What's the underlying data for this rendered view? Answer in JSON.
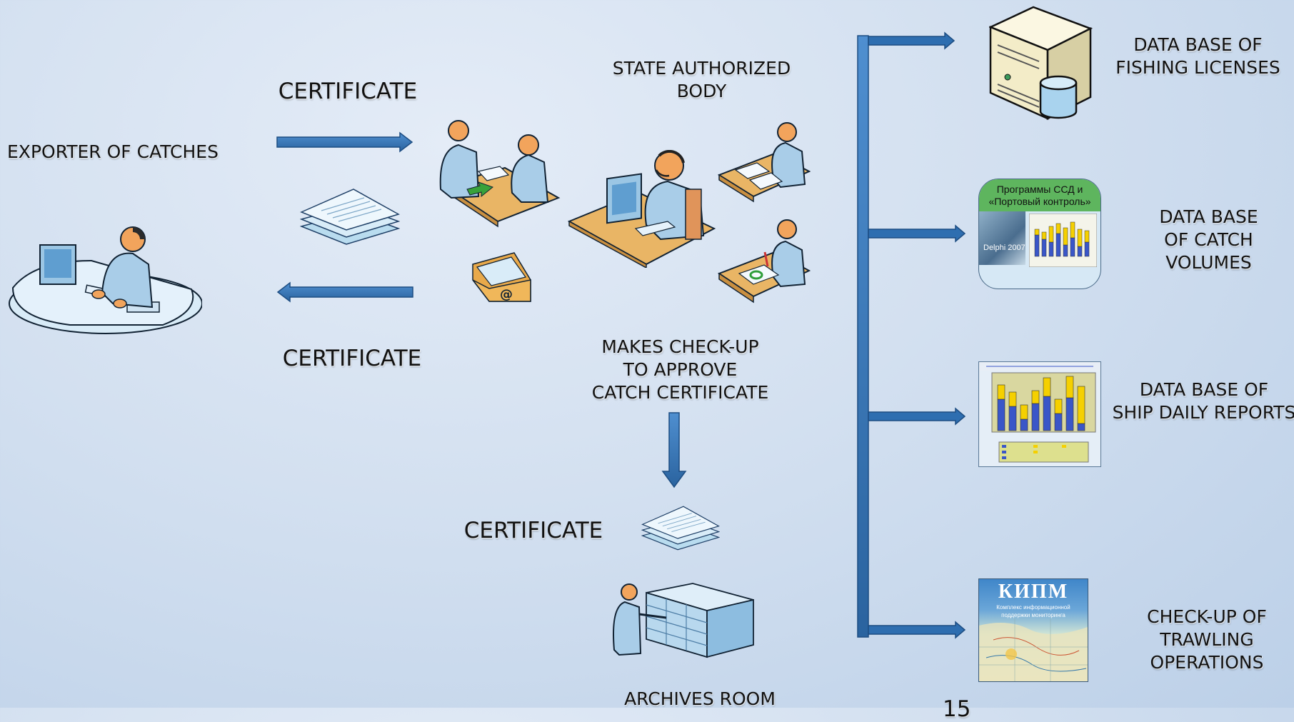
{
  "labels": {
    "exporter": "EXPORTER OF CATCHES",
    "certificate_top": "CERTIFICATE",
    "certificate_bottom": "CERTIFICATE",
    "certificate_archive": "CERTIFICATE",
    "state_body": "STATE AUTHORIZED\nBODY",
    "checkup": "MAKES CHECK-UP\nTO APPROVE\nCATCH CERTIFICATE",
    "archives": "ARCHIVES ROOM",
    "db_licenses": "DATA BASE OF\nFISHING LICENSES",
    "db_catch": "DATA BASE\nOF CATCH\nVOLUMES",
    "db_reports": "DATA BASE OF\nSHIP DAILY REPORTS",
    "trawling": "CHECK-UP OF\nTRAWLING\nOPERATIONS",
    "page_number": "15"
  },
  "screens": {
    "catch_program_title": "Программы ССД и\n«Портовый контроль»",
    "catch_program_caption": "Delphi 2007",
    "kipm_title": "КИПМ",
    "kipm_subtitle": "Комплекс информационной\nподдержки мониторинга"
  },
  "colors": {
    "arrow": "#2e6eb0",
    "arrow_edge": "#1d4d82",
    "desk": "#e9b565",
    "person": "#a9cde8",
    "head": "#f2a45c"
  }
}
